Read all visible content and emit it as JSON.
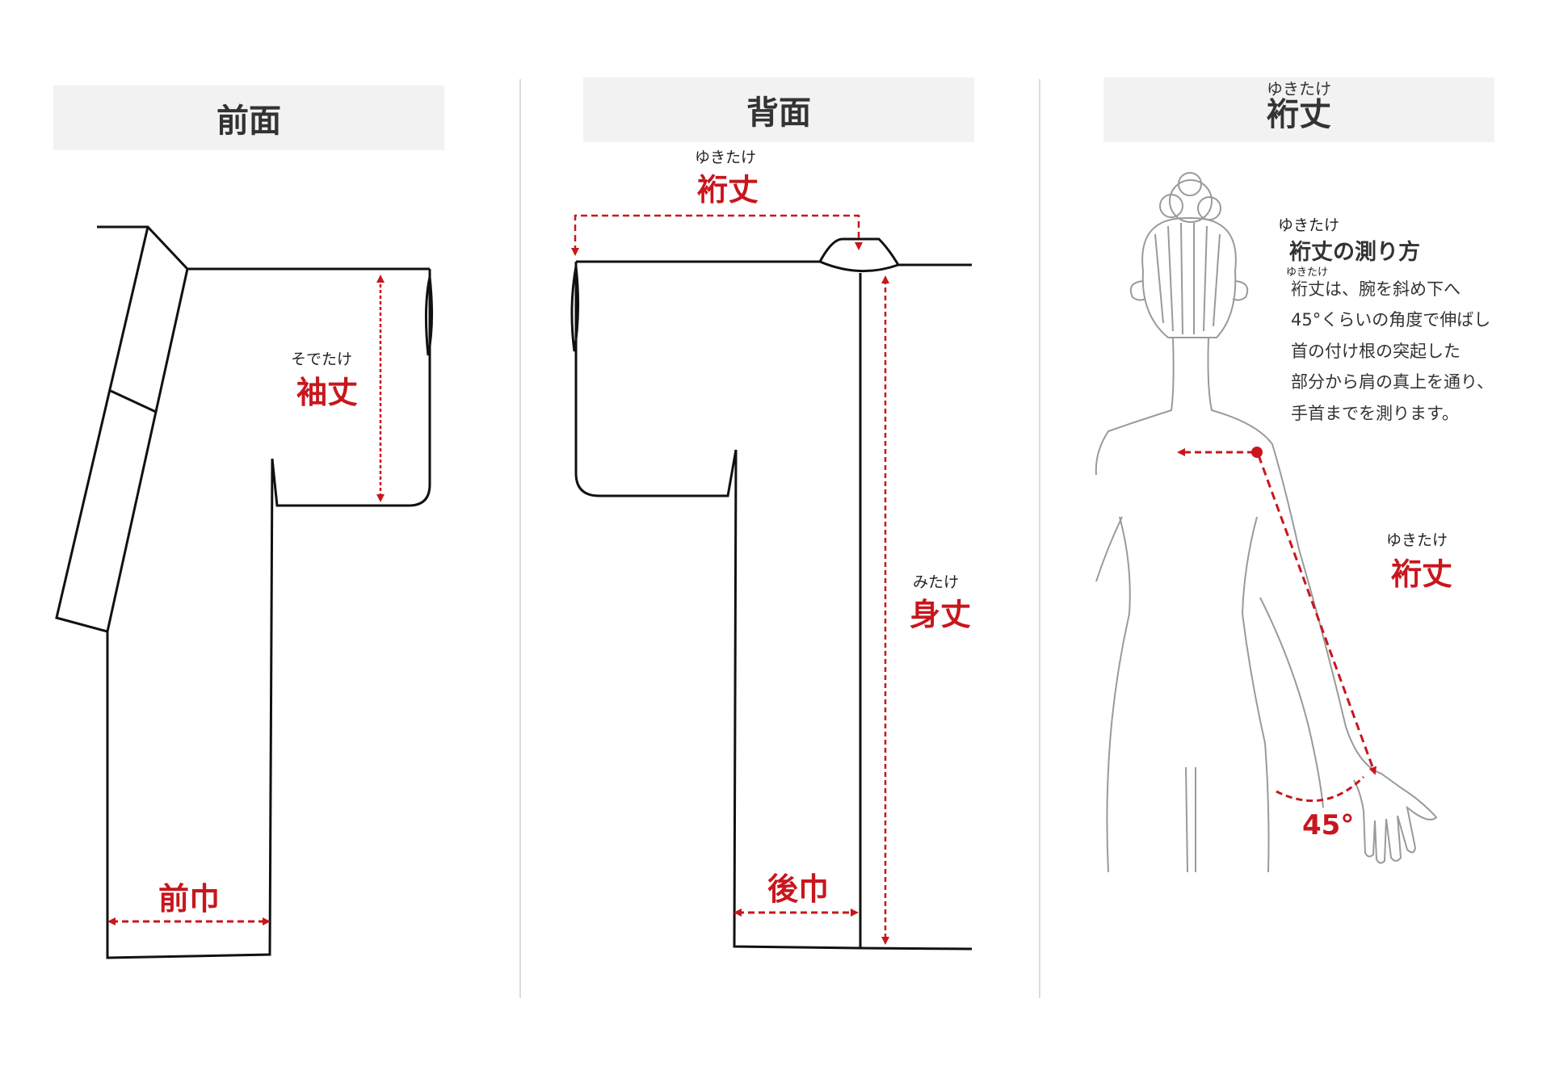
{
  "panels": {
    "front": {
      "title": "前面"
    },
    "back": {
      "title": "背面"
    },
    "yukitake": {
      "title": "裄丈",
      "title_ruby": "ゆきたけ"
    }
  },
  "labels": {
    "sodetake": {
      "text": "袖丈",
      "ruby": "そでたけ"
    },
    "maehaba": {
      "text": "前巾"
    },
    "back_yukitake": {
      "text": "裄丈",
      "ruby": "ゆきたけ"
    },
    "mitake": {
      "text": "身丈",
      "ruby": "みたけ"
    },
    "ushirohaba": {
      "text": "後巾"
    },
    "figure_yukitake": {
      "text": "裄丈",
      "ruby": "ゆきたけ"
    },
    "angle": {
      "text": "45°"
    }
  },
  "instructions": {
    "title_ruby": "ゆきたけ",
    "title": "裄丈の測り方",
    "line_ruby": "ゆきたけ",
    "lines": [
      "裄丈は、腕を斜め下へ",
      "45°くらいの角度で伸ばし",
      "首の付け根の突起した",
      "部分から肩の真上を通り、",
      "手首までを測ります。"
    ]
  },
  "colors": {
    "accent": "#c8161d",
    "outline": "#111111",
    "header_bg": "#f2f2f2",
    "figure": "#9a9a9a"
  }
}
